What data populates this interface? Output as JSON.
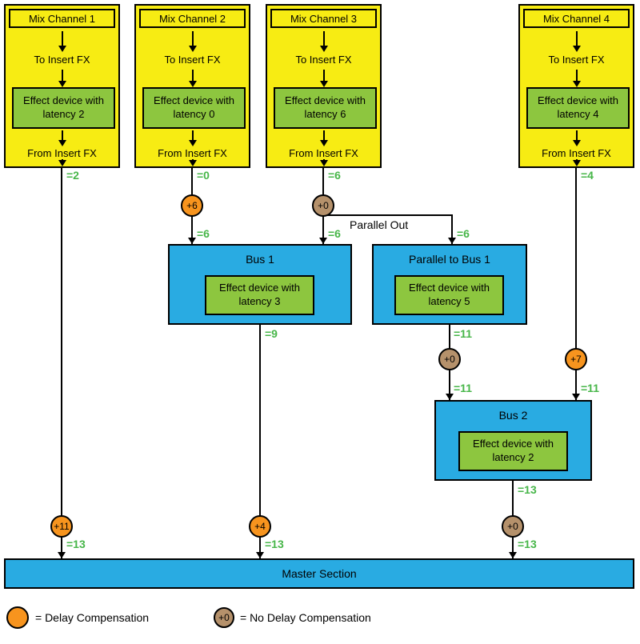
{
  "colors": {
    "channel_bg": "#f7ec13",
    "effect_bg": "#8dc63f",
    "bus_bg": "#29abe2",
    "value_green": "#47b649",
    "comp_orange": "#f7941e",
    "comp_tan": "#b5916b"
  },
  "channels": [
    {
      "title": "Mix Channel 1",
      "to_insert": "To Insert FX",
      "effect": "Effect device with latency 2",
      "from_insert": "From Insert FX",
      "out_value": "=2"
    },
    {
      "title": "Mix Channel 2",
      "to_insert": "To Insert FX",
      "effect": "Effect device with latency 0",
      "from_insert": "From Insert FX",
      "out_value": "=0"
    },
    {
      "title": "Mix Channel 3",
      "to_insert": "To Insert FX",
      "effect": "Effect device with latency 6",
      "from_insert": "From Insert FX",
      "out_value": "=6"
    },
    {
      "title": "Mix Channel 4",
      "to_insert": "To Insert FX",
      "effect": "Effect device with latency 4",
      "from_insert": "From Insert FX",
      "out_value": "=4"
    }
  ],
  "compensation": {
    "ch1": "+11",
    "ch2": "+6",
    "ch3": "+0",
    "ch4": "+7",
    "parallel": "+0",
    "bus1": "+4",
    "bus2": "+0"
  },
  "values": {
    "ch2_into_bus1": "=6",
    "ch3_into_bus1": "=6",
    "parallel_into": "=6",
    "bus1_out": "=9",
    "parallel_out": "=11",
    "parallel_into_bus2": "=11",
    "ch4_into_bus2": "=11",
    "bus2_out": "=13",
    "ch1_final": "=13",
    "bus1_final": "=13",
    "bus2_final": "=13"
  },
  "labels": {
    "parallel_out": "Parallel Out"
  },
  "buses": [
    {
      "title": "Bus 1",
      "effect": "Effect device with latency 3"
    },
    {
      "title": "Parallel to Bus 1",
      "effect": "Effect device with latency 5"
    },
    {
      "title": "Bus 2",
      "effect": "Effect device with latency 2"
    }
  ],
  "master": {
    "title": "Master Section"
  },
  "legend": [
    {
      "circle": "",
      "label": "= Delay Compensation"
    },
    {
      "circle": "+0",
      "label": "= No Delay Compensation"
    }
  ]
}
